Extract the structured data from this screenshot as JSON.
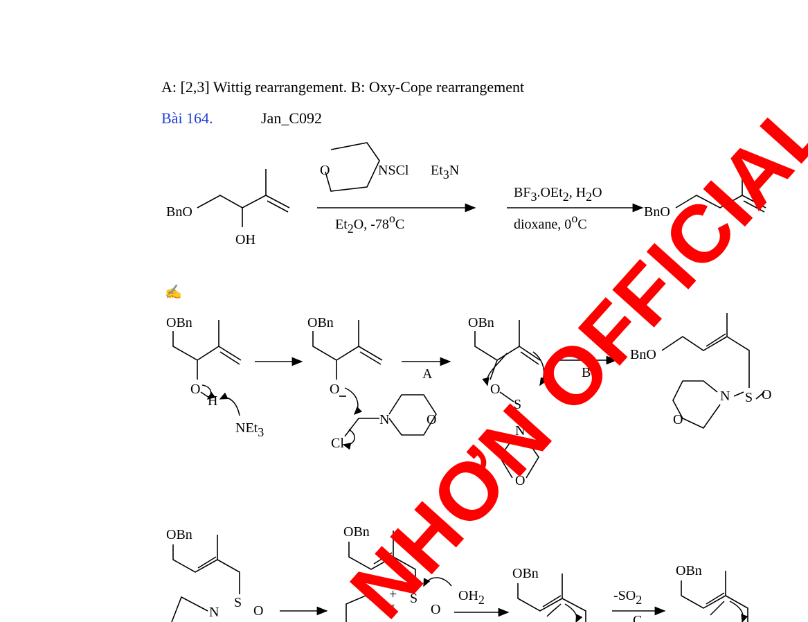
{
  "notes": {
    "reaction_types": "A: [2,3] Wittig rearrangement. B: Oxy-Cope rearrangement"
  },
  "problem": {
    "number": "Bài 164.",
    "code": "Jan_C092"
  },
  "scheme1": {
    "sm_bno": "BnO",
    "sm_oh": "OH",
    "reagent_o": "O",
    "reagent_nscl": "NSCl",
    "reagent_base": "Et",
    "reagent_base_sub": "3",
    "reagent_base_n": "N",
    "cond1_a": "Et",
    "cond1_sub": "2",
    "cond1_b": "O, -78",
    "cond1_sup": "o",
    "cond1_c": "C",
    "reagent2_a": "BF",
    "reagent2_sub1": "3",
    "reagent2_b": ".OEt",
    "reagent2_sub2": "2",
    "reagent2_c": ", H",
    "reagent2_sub3": "2",
    "reagent2_d": "O",
    "cond2_a": "dioxane, 0",
    "cond2_sup": "o",
    "cond2_b": "C",
    "product_bno": "BnO"
  },
  "mechanism": {
    "pencil_glyph": "✍",
    "obn": "OBn",
    "bno": "BnO",
    "o": "O",
    "o_minus": "O",
    "h": "H",
    "net3_n": "N",
    "net3_et": "Et",
    "net3_sub": "3",
    "cl": "Cl",
    "n": "N",
    "s": "S",
    "label_a": "A",
    "label_b": "B",
    "label_c": "C",
    "oh2_a": "OH",
    "oh2_sub": "2",
    "so2_a": "-SO",
    "so2_sub": "2",
    "plus": "+"
  },
  "watermark": {
    "text": "NHƠN OFFICIAL",
    "color": "#ff0000"
  }
}
